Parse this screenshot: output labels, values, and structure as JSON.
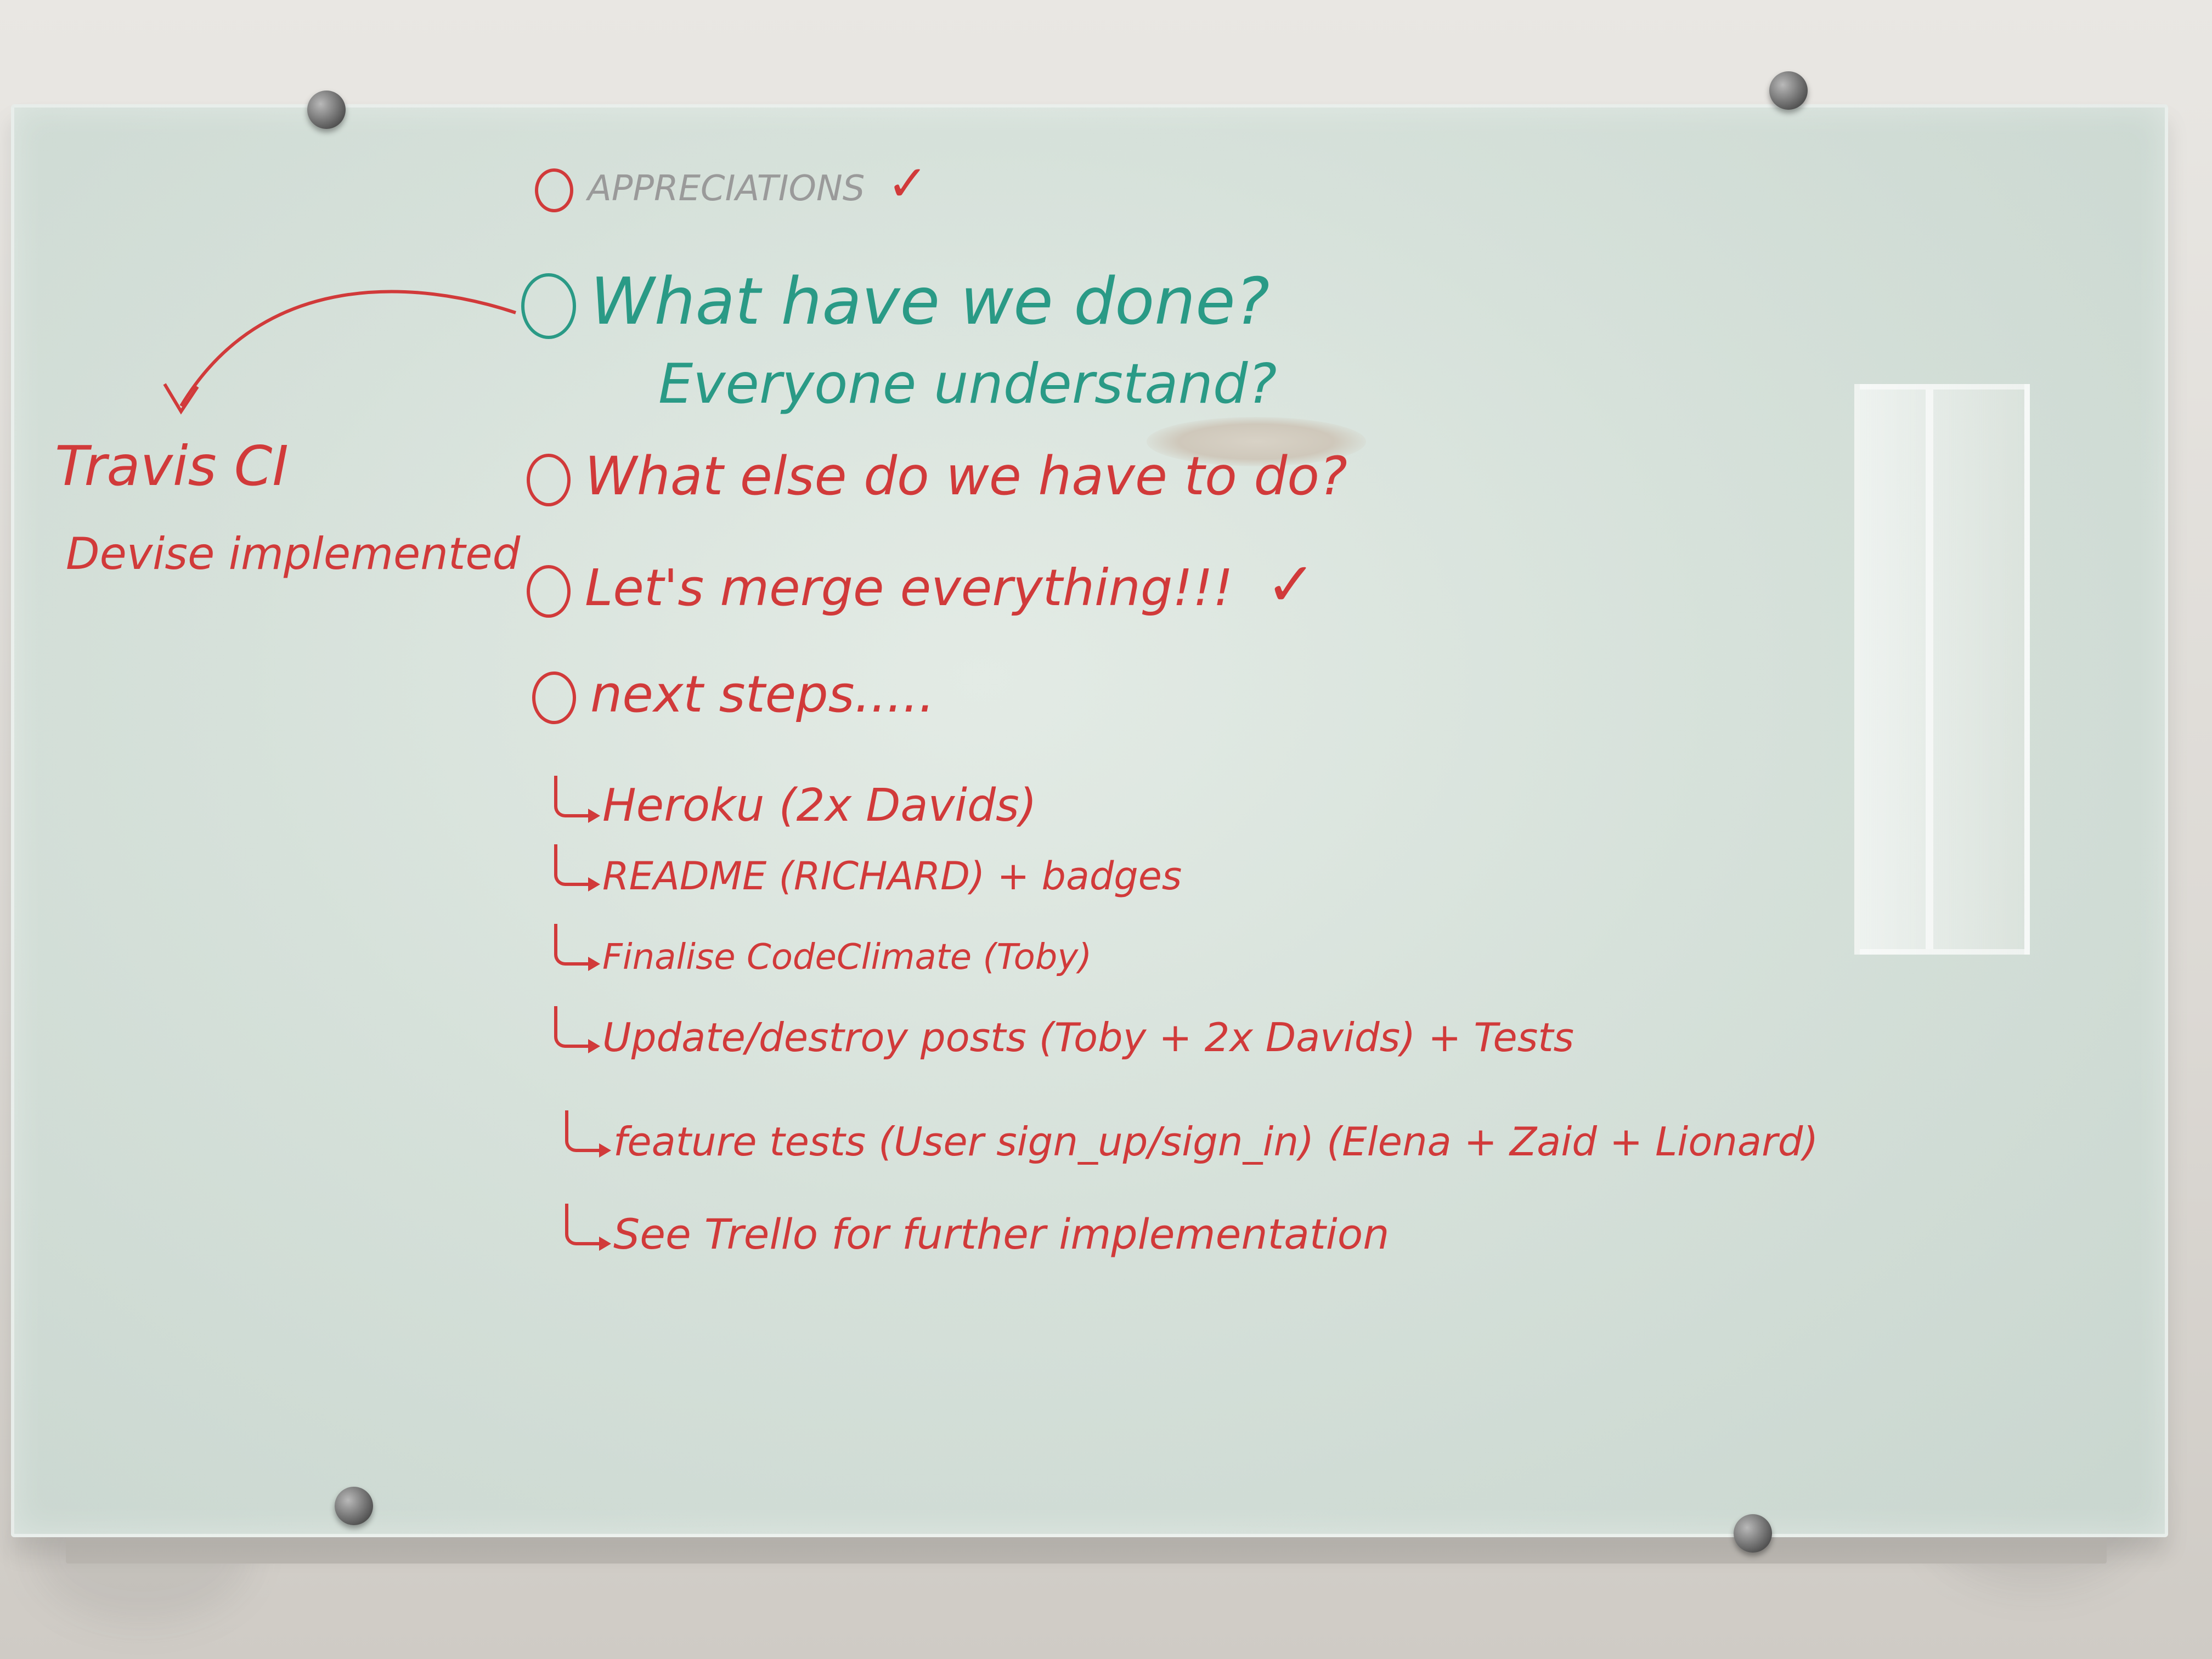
{
  "board": {
    "items": [
      {
        "text": "APPRECIATIONS",
        "checked": "✓"
      },
      {
        "text": "What have we done?"
      },
      {
        "text": "What else do we have to do?"
      },
      {
        "text": "Let's merge everything!!!",
        "checked": "✓"
      },
      {
        "text": "next steps....."
      }
    ],
    "subtext": "Everyone understand?",
    "side_notes": [
      "Travis CI",
      "Devise implemented"
    ],
    "sub_steps": [
      "Heroku (2x Davids)",
      "README (RICHARD) + badges",
      "Finalise CodeClimate (Toby)",
      "Update/destroy posts (Toby + 2x Davids) + Tests",
      "feature tests (User sign_up/sign_in) (Elena + Zaid + Lionard)",
      "See Trello for further implementation"
    ]
  },
  "colors": {
    "red_marker": "#d13a3a",
    "teal_marker": "#2a9a86",
    "gray_marker": "#9a9a9a"
  }
}
